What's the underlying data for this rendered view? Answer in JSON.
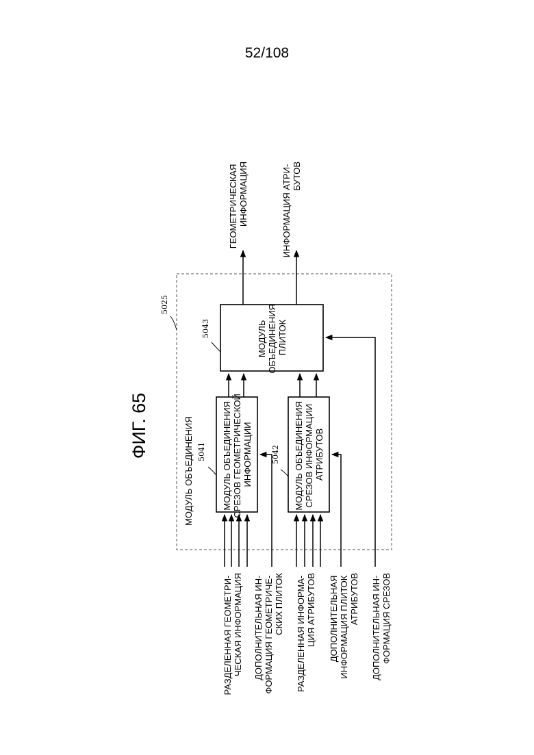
{
  "page_number": "52/108",
  "figure_title": "ФИГ. 65",
  "outer_module": {
    "label": "МОДУЛЬ ОБЪЕДИНЕНИЯ",
    "ref": "5025"
  },
  "blocks": {
    "geometry_slice_merge": {
      "ref": "5041",
      "lines": [
        "МОДУЛЬ ОБЪЕДИНЕНИЯ",
        "СРЕЗОВ ГЕОМЕТРИЧЕСКОЙ",
        "ИНФОРМАЦИИ"
      ]
    },
    "attribute_slice_merge": {
      "ref": "5042",
      "lines": [
        "МОДУЛЬ ОБЪЕДИНЕНИЯ",
        "СРЕЗОВ ИНФОРМАЦИИ",
        "АТРИБУТОВ"
      ]
    },
    "tile_merge": {
      "ref": "5043",
      "lines": [
        "МОДУЛЬ",
        "ОБЪЕДИНЕНИЯ",
        "ПЛИТОК"
      ]
    }
  },
  "inputs": [
    {
      "id": "divided_geometry",
      "lines": [
        "РАЗДЕЛЕННАЯ ГЕОМЕТРИ-",
        "ЧЕСКАЯ ИНФОРМАЦИЯ"
      ]
    },
    {
      "id": "geometry_tile_additional",
      "lines": [
        "ДОПОЛНИТЕЛЬНАЯ ИН-",
        "ФОРМАЦИЯ ГЕОМЕТРИЧЕ-",
        "СКИХ ПЛИТОК"
      ]
    },
    {
      "id": "divided_attributes",
      "lines": [
        "РАЗДЕЛЕННАЯ ИНФОРМА-",
        "ЦИЯ АТРИБУТОВ"
      ]
    },
    {
      "id": "attribute_tile_additional",
      "lines": [
        "ДОПОЛНИТЕЛЬНАЯ",
        "ИНФОРМАЦИЯ ПЛИТОК",
        "АТРИБУТОВ"
      ]
    },
    {
      "id": "slice_additional",
      "lines": [
        "ДОПОЛНИТЕЛЬНАЯ ИН-",
        "ФОРМАЦИЯ СРЕЗОВ"
      ]
    }
  ],
  "outputs": [
    {
      "id": "geometry_out",
      "lines": [
        "ГЕОМЕТРИЧЕСКАЯ",
        "ИНФОРМАЦИЯ"
      ]
    },
    {
      "id": "attributes_out",
      "lines": [
        "ИНФОРМАЦИЯ АТРИ-",
        "БУТОВ"
      ]
    }
  ]
}
